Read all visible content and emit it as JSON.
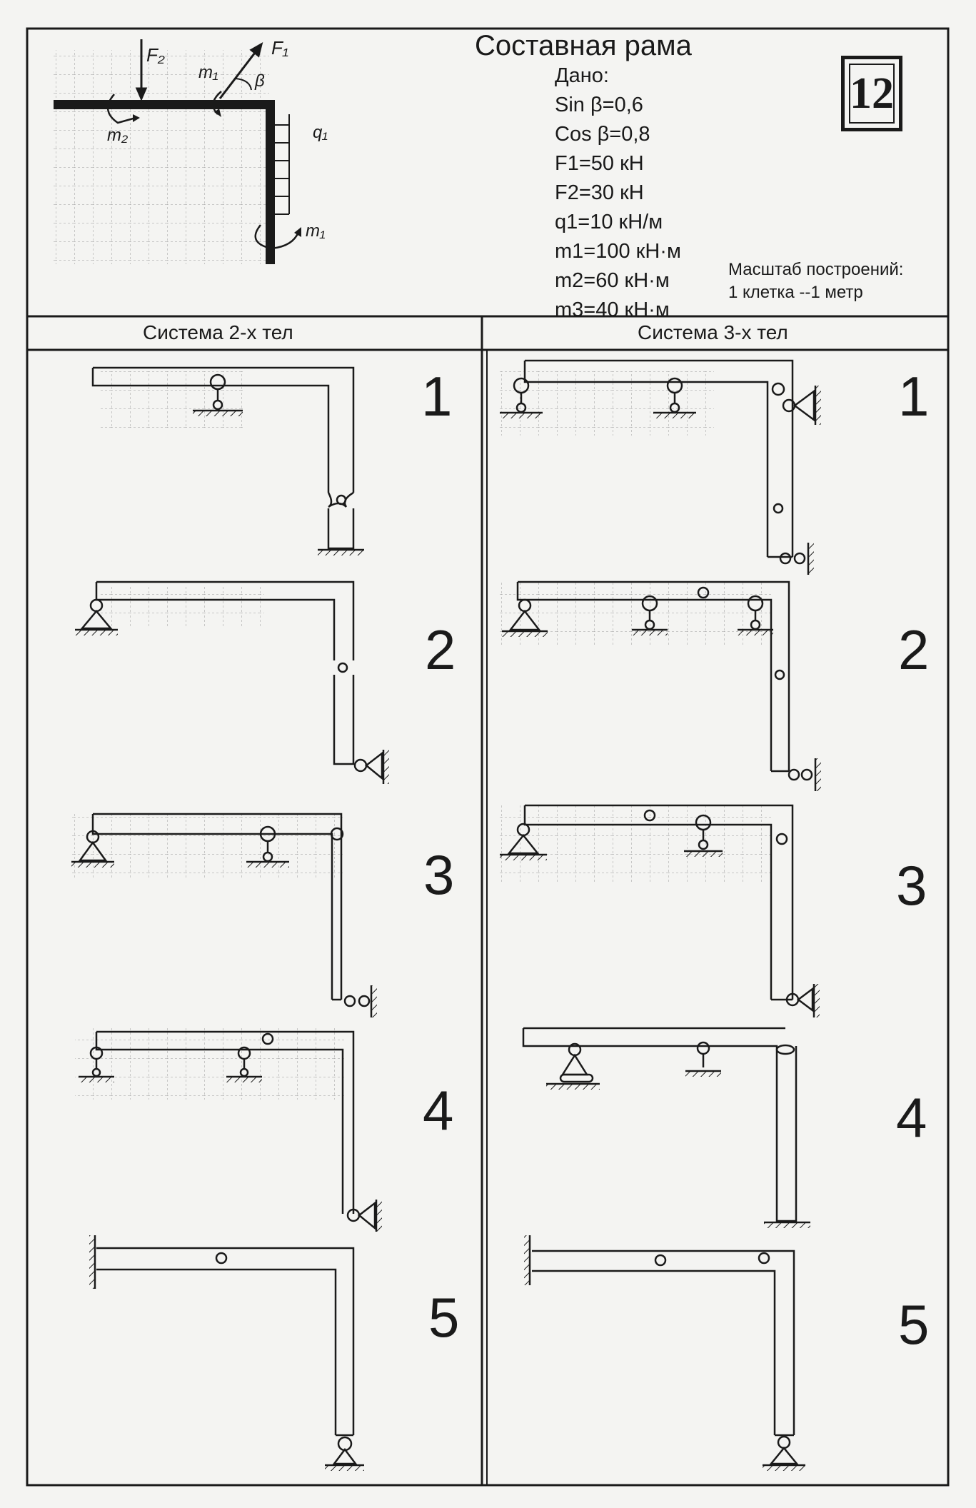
{
  "header": {
    "title": "Составная рама",
    "given_label": "Дано:",
    "given": [
      "Sin β=0,6",
      "Cos β=0,8",
      "F1=50 кН",
      "F2=30 кН",
      "q1=10 кН/м",
      "m1=100 кН·м",
      "m2=60 кН·м",
      "m3=40 кН·м"
    ],
    "scale_title": "Масштаб построений:",
    "scale_value": "1 клетка --1 метр",
    "variant": "12"
  },
  "scheme_labels": {
    "F2": "F₂",
    "F1": "F₁",
    "m1": "m₁",
    "m2": "m₂",
    "m3": "m₁",
    "beta": "β",
    "q1": "q₁"
  },
  "columns": {
    "left": "Система 2-х тел",
    "right": "Система 3-х тел"
  },
  "variants": [
    "1",
    "2",
    "3",
    "4",
    "5"
  ],
  "colors": {
    "ink": "#1a1a1a",
    "paper": "#f4f4f2",
    "grid": "#9a9a9a"
  }
}
